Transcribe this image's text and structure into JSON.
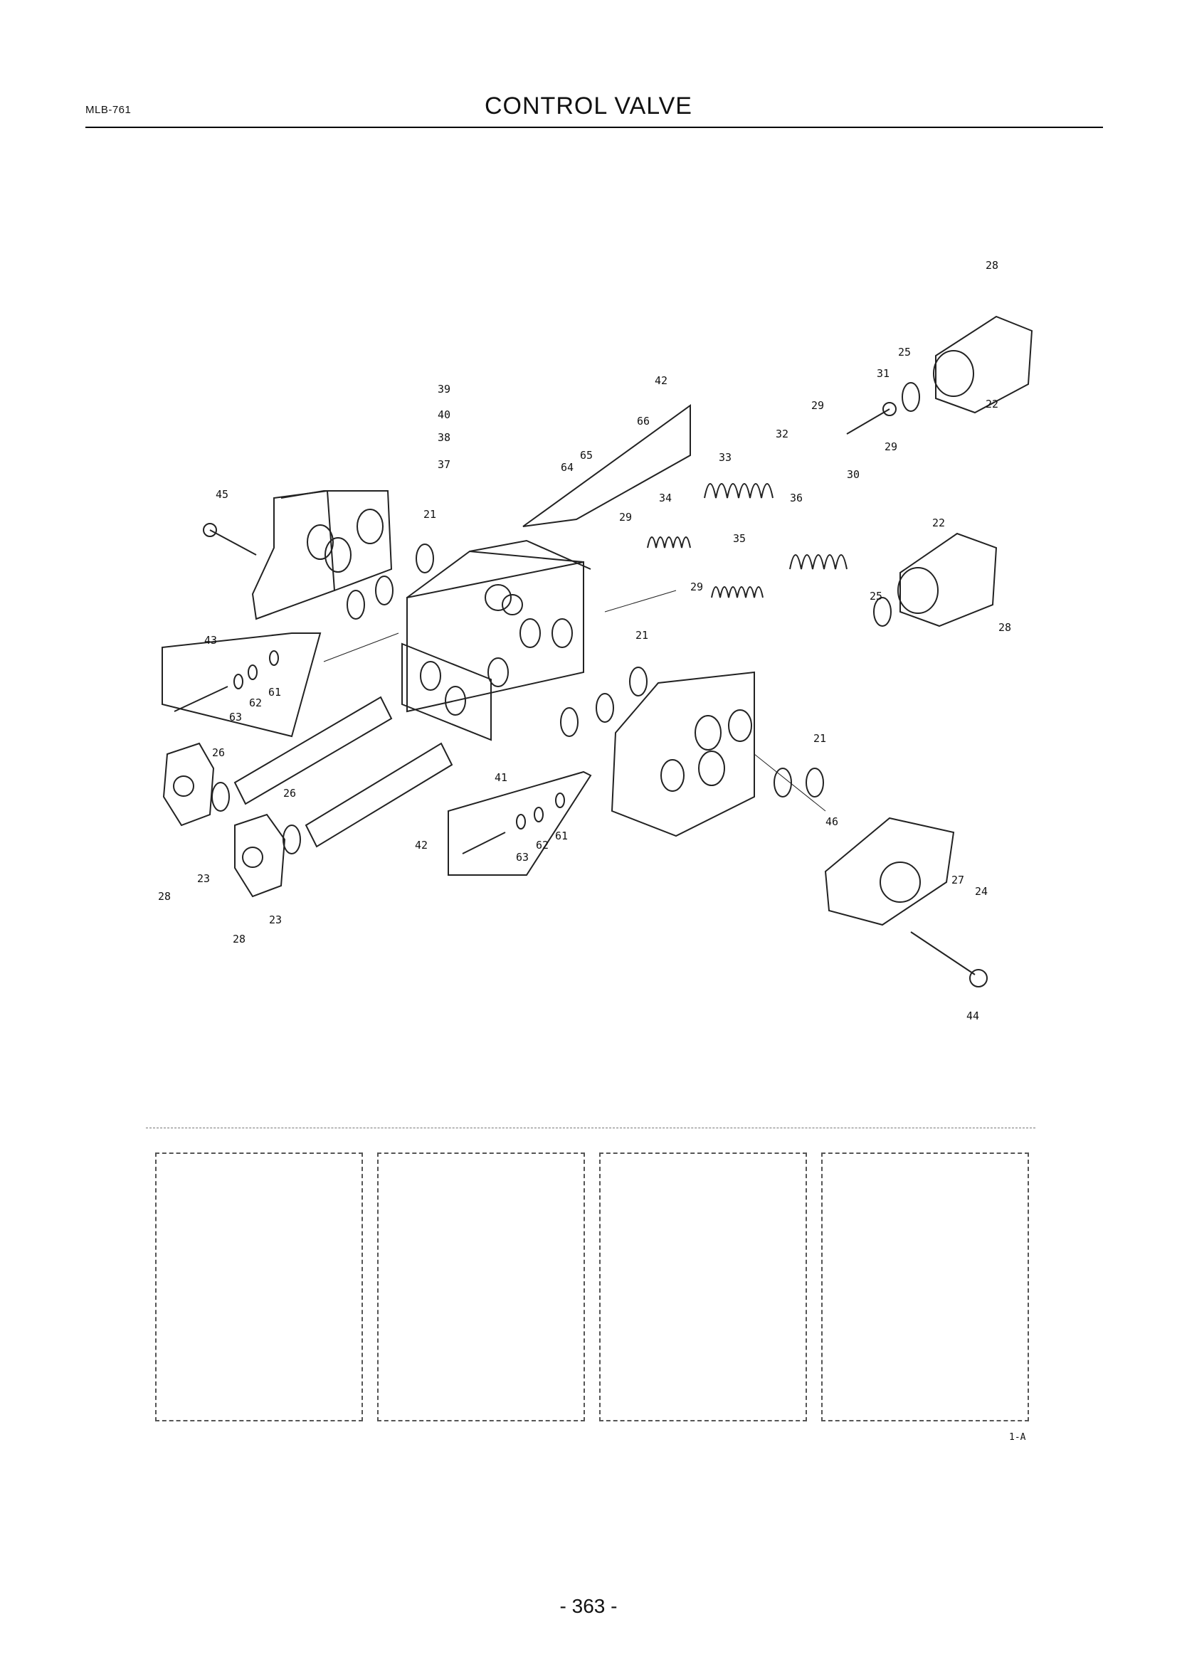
{
  "header": {
    "code": "MLB-761",
    "title": "CONTROL VALVE"
  },
  "diagram": {
    "part_callouts": [
      "28",
      "25",
      "31",
      "22",
      "29",
      "42",
      "39",
      "40",
      "38",
      "37",
      "66",
      "65",
      "64",
      "32",
      "33",
      "29",
      "30",
      "34",
      "36",
      "45",
      "21",
      "29",
      "35",
      "22",
      "29",
      "25",
      "28",
      "43",
      "21",
      "61",
      "62",
      "63",
      "26",
      "26",
      "41",
      "21",
      "42",
      "61",
      "62",
      "63",
      "46",
      "23",
      "28",
      "23",
      "28",
      "27",
      "24",
      "44"
    ],
    "figure_ref": "1-A"
  },
  "footer": {
    "page_number": "- 363 -"
  }
}
